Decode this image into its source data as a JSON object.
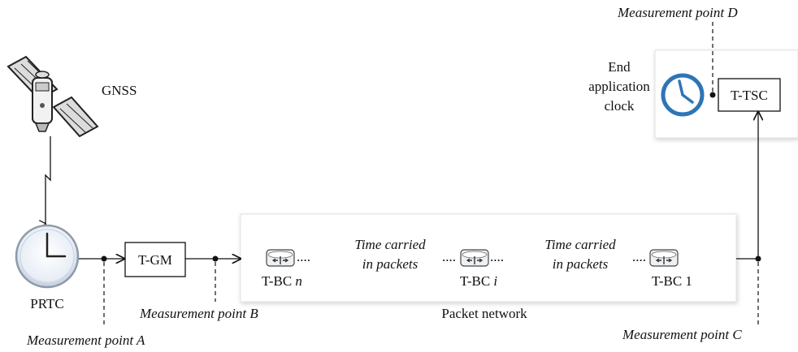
{
  "gnss": {
    "label": "GNSS"
  },
  "prtc": {
    "label": "PRTC"
  },
  "t_gm": {
    "label": "T-GM"
  },
  "t_tsc": {
    "label": "T-TSC"
  },
  "end_clock": {
    "line1": "End",
    "line2": "application",
    "line3": "clock"
  },
  "packet_network": {
    "label": "Packet network",
    "nodes": [
      {
        "label": "T-BC",
        "index": "n"
      },
      {
        "label": "T-BC",
        "index": "i"
      },
      {
        "label": "T-BC",
        "index": "1"
      }
    ],
    "time_carried": {
      "line1": "Time carried",
      "line2": "in packets"
    },
    "ellipsis": "...."
  },
  "measurement_points": {
    "a": "Measurement point A",
    "b": "Measurement point B",
    "c": "Measurement point C",
    "d": "Measurement point D"
  }
}
